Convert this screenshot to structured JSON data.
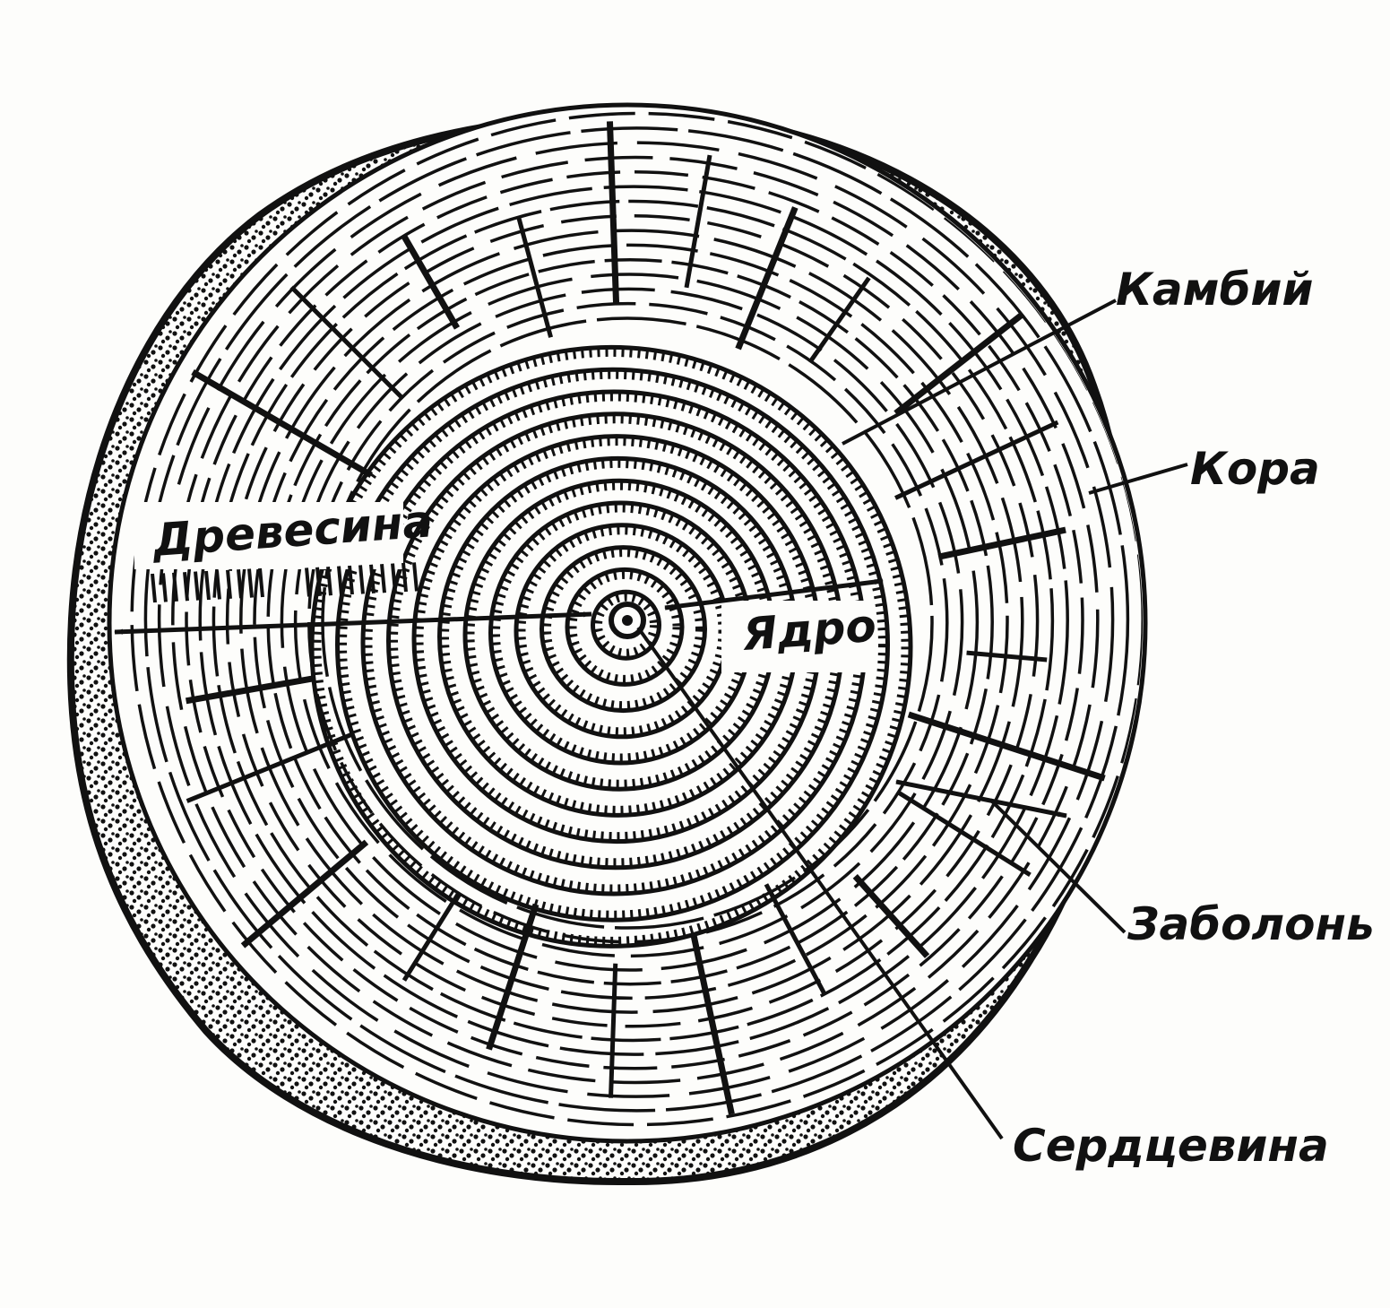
{
  "labels": {
    "cambium": "Камбий",
    "bark": "Кора",
    "wood": "Древесина",
    "heartwood": "Ядро",
    "sapwood": "Заболонь",
    "pith": "Сердцевина"
  },
  "colors": {
    "ink": "#111111",
    "paper": "#fdfdfb"
  }
}
